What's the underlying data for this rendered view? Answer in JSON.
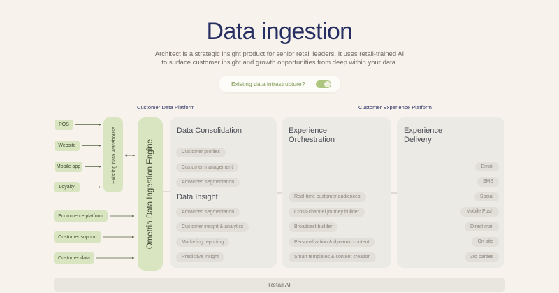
{
  "header": {
    "title": "Data ingestion",
    "subtitle_line1": "Architect is a strategic insight product for senior retail leaders. It uses retail-trained AI",
    "subtitle_line2": "to surface customer insight and growth opportunities from deep within your data.",
    "toggle_label": "Existing data infrastructure?",
    "toggle_state": "on"
  },
  "diagram": {
    "platform_labels": {
      "data_platform": "Customer Data Platform",
      "experience_platform": "Customer Experience Platform"
    },
    "sources": [
      "POS",
      "Website",
      "Mobile app",
      "Loyalty",
      "Ecommerce platform",
      "Customer support",
      "Customer data"
    ],
    "warehouse_label": "Existing data warehouse",
    "engine_label": "Ometria Data Ingestion Engine",
    "data_consolidation": {
      "heading": "Data Consolidation",
      "items": [
        "Customer profiles",
        "Customer management",
        "Advanced segmentation"
      ]
    },
    "data_insight": {
      "heading": "Data Insight",
      "items": [
        "Advanced segmentation",
        "Customer insight & analytics",
        "Marketing reporting",
        "Predictive insight"
      ]
    },
    "experience_orchestration": {
      "heading": "Experience Orchestration",
      "items": [
        "Real-time customer audiences",
        "Cross-channel journey builder",
        "Broadcast builder",
        "Personalization & dynamic content",
        "Smart templates & content creation"
      ]
    },
    "experience_delivery": {
      "heading": "Experience Delivery",
      "items": [
        "Email",
        "SMS",
        "Social",
        "Mobile Push",
        "Direct mail",
        "On-site",
        "3rd parties"
      ]
    },
    "retail_ai_label": "Retail AI"
  },
  "colors": {
    "background": "#f7f3ec",
    "title_navy": "#272e62",
    "platform_label_navy": "#2b3263",
    "green_box": "#d9e4c1",
    "green_box_text": "#414d33",
    "toggle_track_green": "#aec57f",
    "toggle_text_green": "#7e9b54",
    "panel_gray": "#eceae4",
    "pill_gray": "#e2dfd9",
    "pill_text": "#8b867e",
    "arrow_olive": "#55633f",
    "connector_gray": "#c7c3bb"
  }
}
